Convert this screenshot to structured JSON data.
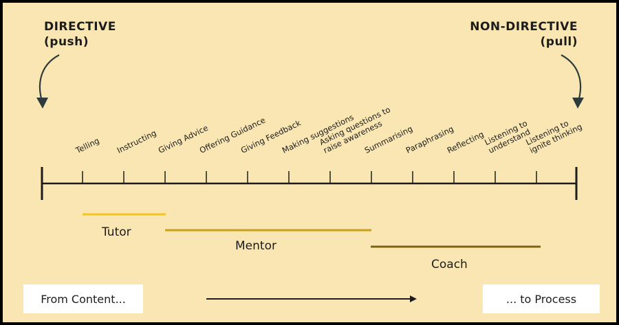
{
  "left_title": {
    "line1": "DIRECTIVE",
    "line2": "(push)"
  },
  "right_title": {
    "line1": "NON-DIRECTIVE",
    "line2": "(pull)"
  },
  "items": [
    {
      "line1": "Telling"
    },
    {
      "line1": "Instructing"
    },
    {
      "line1": "Giving Advice"
    },
    {
      "line1": "Offering Guidance"
    },
    {
      "line1": "Giving Feedback"
    },
    {
      "line1": "Making suggestions"
    },
    {
      "line1": "Asking questions to",
      "line2": "raise awareness"
    },
    {
      "line1": "Summarising"
    },
    {
      "line1": "Paraphrasing"
    },
    {
      "line1": "Reflecting"
    },
    {
      "line1": "Listening to",
      "line2": "understand"
    },
    {
      "line1": "Listening to",
      "line2": "ignite thinking"
    }
  ],
  "roles": [
    {
      "label": "Tutor",
      "color": "#f2c61f"
    },
    {
      "label": "Mentor",
      "color": "#c9a01a"
    },
    {
      "label": "Coach",
      "color": "#7d6410"
    }
  ],
  "from_box": "From Content...",
  "to_box": "... to Process",
  "colors": {
    "background": "#f9e6b2",
    "frame": "#000000",
    "line": "#1c1c1c"
  }
}
